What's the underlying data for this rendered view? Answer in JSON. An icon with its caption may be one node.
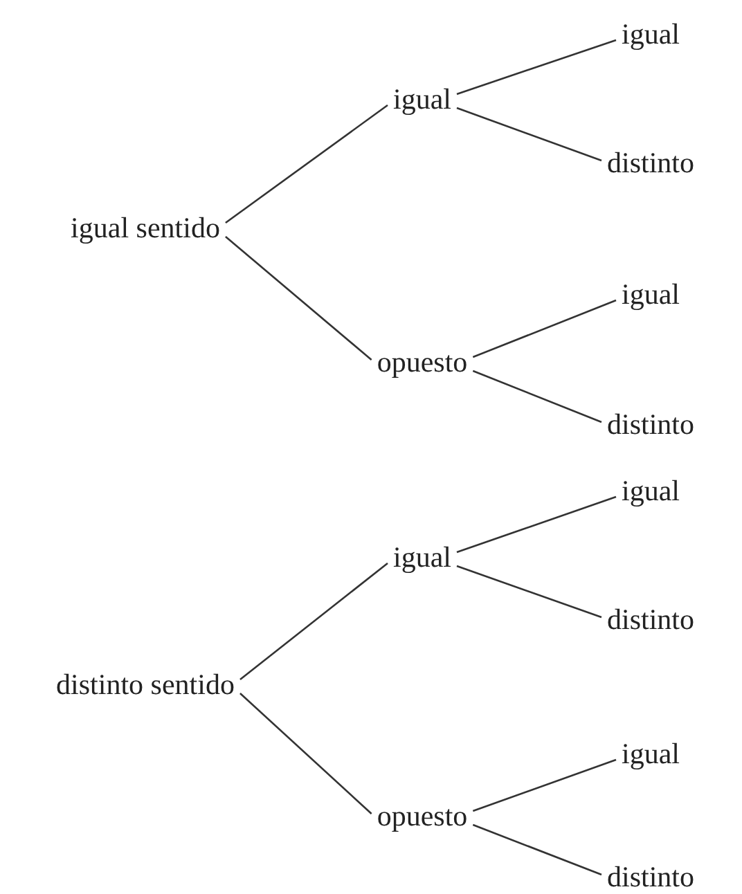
{
  "diagram": {
    "nodes": [
      {
        "text": [
          "igual sentido"
        ]
      },
      {
        "text": [
          "igual"
        ]
      },
      {
        "text": [
          "igual"
        ]
      },
      {
        "text": [
          "distinto"
        ]
      },
      {
        "text": [
          "opuesto"
        ]
      },
      {
        "text": [
          "igual"
        ]
      },
      {
        "text": [
          "distinto"
        ]
      },
      {
        "text": [
          "distinto sentido"
        ]
      },
      {
        "text": [
          "igual"
        ]
      },
      {
        "text": [
          "igual"
        ]
      },
      {
        "text": [
          "distinto"
        ]
      },
      {
        "text": [
          "opuesto"
        ]
      },
      {
        "text": [
          "igual"
        ]
      },
      {
        "text": [
          "distinto"
        ]
      }
    ],
    "edges": [
      {
        "from": 0,
        "to": 1,
        "arrow": "none"
      },
      {
        "from": 1,
        "to": 2,
        "arrow": "none"
      },
      {
        "from": 1,
        "to": 3,
        "arrow": "none"
      },
      {
        "from": 0,
        "to": 4,
        "arrow": "none"
      },
      {
        "from": 4,
        "to": 5,
        "arrow": "none"
      },
      {
        "from": 4,
        "to": 6,
        "arrow": "none"
      },
      {
        "from": 7,
        "to": 8,
        "arrow": "none"
      },
      {
        "from": 8,
        "to": 9,
        "arrow": "none"
      },
      {
        "from": 8,
        "to": 10,
        "arrow": "none"
      },
      {
        "from": 7,
        "to": 11,
        "arrow": "none"
      },
      {
        "from": 11,
        "to": 12,
        "arrow": "none"
      },
      {
        "from": 11,
        "to": 13,
        "arrow": "none"
      }
    ]
  }
}
